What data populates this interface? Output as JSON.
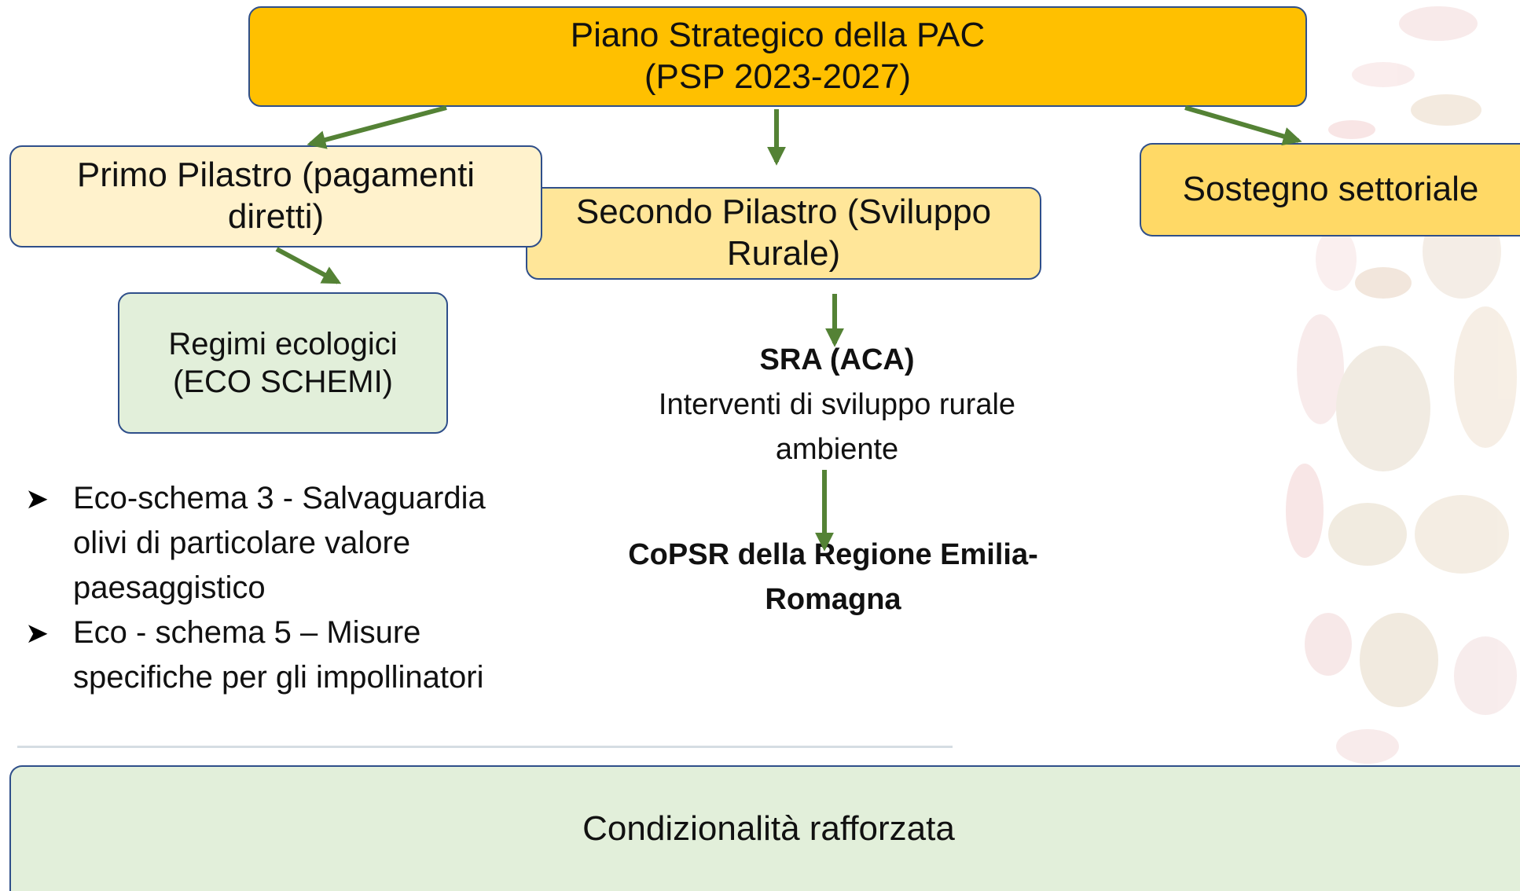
{
  "colors": {
    "psp": "#ffc000",
    "primo": "#fff2cc",
    "secondo": "#ffe699",
    "settoriale": "#ffd966",
    "eco": "#e2efda",
    "condizionalita": "#e2efda",
    "arrow": "#548235",
    "border": "#2f4f8a"
  },
  "psp": {
    "line1": "Piano Strategico della PAC",
    "line2": "(PSP 2023-2027)"
  },
  "primo": {
    "line1": "Primo Pilastro (pagamenti",
    "line2": "diretti)"
  },
  "secondo": {
    "line1": "Secondo Pilastro (Sviluppo",
    "line2": "Rurale)"
  },
  "settoriale": {
    "label": "Sostegno settoriale"
  },
  "eco": {
    "line1": "Regimi ecologici",
    "line2": "(ECO SCHEMI)"
  },
  "sra": {
    "title": "SRA (ACA)",
    "line1": "Interventi di sviluppo rurale",
    "line2": "ambiente"
  },
  "copsr": {
    "line1": "CoPSR della Regione Emilia-",
    "line2": "Romagna"
  },
  "bullets": {
    "icon": "arrowhead-bullet-icon",
    "items": [
      {
        "line1": "Eco-schema 3 - Salvaguardia",
        "line2": "olivi di particolare valore",
        "line3": "paesaggistico"
      },
      {
        "line1": "Eco - schema 5 – Misure",
        "line2": "specifiche per gli impollinatori"
      }
    ]
  },
  "condizionalita": {
    "label": "Condizionalità rafforzata"
  }
}
